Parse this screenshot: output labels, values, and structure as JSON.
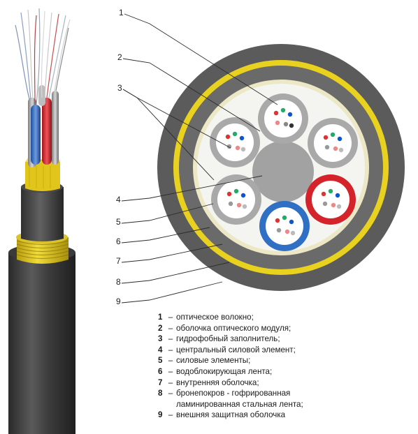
{
  "callouts": [
    "1",
    "2",
    "3",
    "4",
    "5",
    "6",
    "7",
    "8",
    "9"
  ],
  "legend": {
    "dash": "–",
    "items": [
      {
        "num": "1",
        "text": "оптическое волокно;"
      },
      {
        "num": "2",
        "text": "оболочка оптического модуля;"
      },
      {
        "num": "3",
        "text": "гидрофобный заполнитель;"
      },
      {
        "num": "4",
        "text": "центральный силовой элемент;"
      },
      {
        "num": "5",
        "text": "силовые элементы;"
      },
      {
        "num": "6",
        "text": "водоблокирующая лента;"
      },
      {
        "num": "7",
        "text": "внутренняя оболочка;"
      },
      {
        "num": "8",
        "text": "бронепокров - гофрированная",
        "cont": "ламинированная стальная лента;"
      },
      {
        "num": "9",
        "text": "внешняя защитная оболочка"
      }
    ]
  },
  "colors": {
    "outer_sheath": "#5b5b5b",
    "armor": "#e9d21f",
    "inner_sheath": "#6a6a6a",
    "waterblock_tape": "#ece8c6",
    "filler": "#f4f4f0",
    "module_gray": "#a9a9a9",
    "module_blue": "#2f6fc4",
    "module_red": "#d4232a",
    "central_member": "#a2a2a2"
  },
  "icons": [
    "cable-cutaway",
    "cable-cross-section"
  ]
}
